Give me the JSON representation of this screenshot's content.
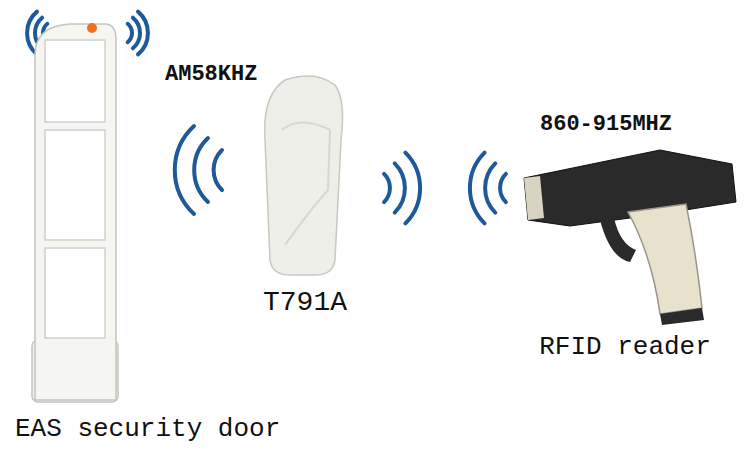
{
  "diagram": {
    "nodes": [
      {
        "text": [
          "EAS security door"
        ]
      },
      {
        "text": [
          "T791A"
        ]
      },
      {
        "text": [
          "RFID reader"
        ]
      }
    ],
    "labels": [
      "AM58KHZ",
      "860-915MHZ"
    ]
  }
}
